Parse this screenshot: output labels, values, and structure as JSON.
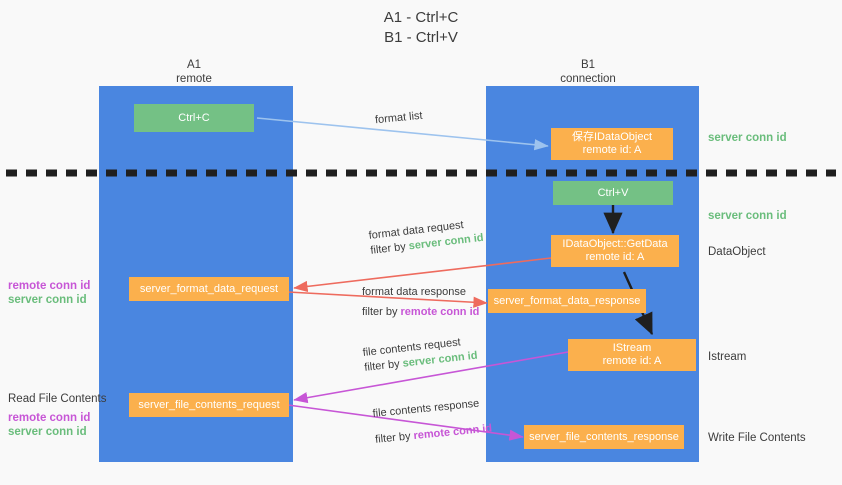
{
  "title": {
    "line1": "A1 - Ctrl+C",
    "line2": "B1 - Ctrl+V"
  },
  "lanes": [
    {
      "name": "A1",
      "sub": "remote"
    },
    {
      "name": "B1",
      "sub": "connection"
    }
  ],
  "nodes": {
    "ctrl_c": {
      "label": "Ctrl+C"
    },
    "save_idataobject": {
      "line1": "保存IDataObject",
      "line2": "remote id: A"
    },
    "ctrl_v": {
      "label": "Ctrl+V"
    },
    "getdata": {
      "line1": "IDataObject::GetData",
      "line2": "remote id: A"
    },
    "istream": {
      "line1": "IStream",
      "line2": "remote id: A"
    },
    "fmt_req": {
      "label": "server_format_data_request"
    },
    "fmt_resp": {
      "label": "server_format_data_response"
    },
    "file_req": {
      "label": "server_file_contents_request"
    },
    "file_resp": {
      "label": "server_file_contents_response"
    }
  },
  "right_labels": {
    "server_conn_id_top": "server conn id",
    "server_conn_id_mid": "server conn id",
    "dataobject": "DataObject",
    "istream": "Istream",
    "write_file_contents": "Write File Contents"
  },
  "left_labels": {
    "remote_conn_id_1": "remote conn id",
    "server_conn_id_1": "server conn id",
    "read_file_contents": "Read File Contents",
    "remote_conn_id_2": "remote conn id",
    "server_conn_id_2": "server conn id"
  },
  "edges": {
    "format_list": {
      "text": "format list"
    },
    "fmt_data_request": {
      "text": "format data request",
      "filter_prefix": "filter by ",
      "filter_key": "server conn id"
    },
    "fmt_data_response": {
      "text": "format data response",
      "filter_prefix": "filter by ",
      "filter_key": "remote conn id"
    },
    "file_req_edge": {
      "text": "file contents request",
      "filter_prefix": "filter by ",
      "filter_key": "server conn id"
    },
    "file_resp_edge": {
      "text": "file contents response",
      "filter_prefix": "filter by ",
      "filter_key": "remote conn id"
    }
  },
  "colors": {
    "lane": "#4a86e0",
    "green_node": "#74c185",
    "orange_node": "#fbb04d",
    "green_text": "#6abd7c",
    "purple_text": "#c756d6",
    "blue_arrow": "#9dc3ee",
    "red_arrow": "#ee6b5e",
    "magenta_arrow": "#c756d6",
    "dark_arrow": "#222222",
    "background": "#f9f9f9"
  }
}
